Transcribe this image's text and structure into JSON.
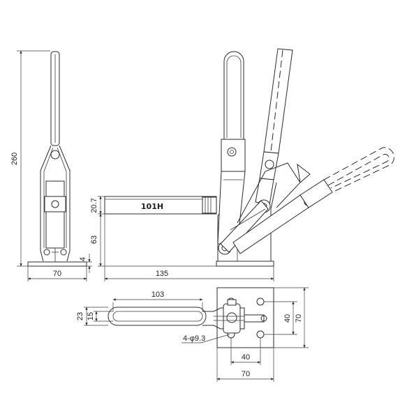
{
  "model_label": "101H",
  "dimensions": {
    "overall_height": "260",
    "base_thickness": "4",
    "side_width": "70",
    "arm_height": "20.7",
    "base_to_arm": "63",
    "reach": "135",
    "bar_length": "103",
    "bar_outer": "23",
    "bar_inner": "15",
    "hole_spacing_y": "40",
    "plate_height": "70",
    "hole_callout": "4-φ9.3",
    "hole_spacing_x": "40",
    "plate_width": "70"
  }
}
